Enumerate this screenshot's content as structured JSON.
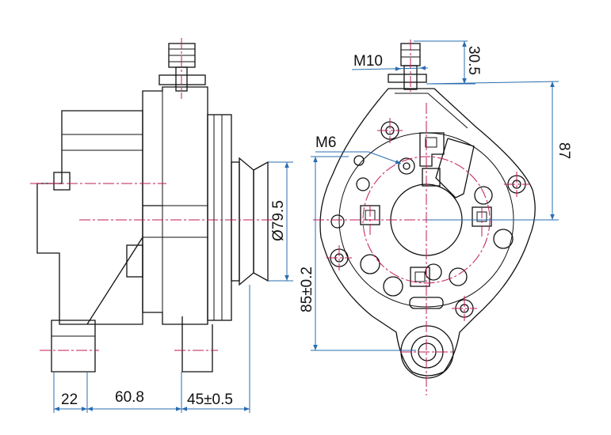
{
  "drawing": {
    "views": [
      "side-view",
      "front-view"
    ],
    "colors": {
      "outline": "#111111",
      "centerline": "#c2185b",
      "dimension": "#2a6db0"
    }
  },
  "dimensions": {
    "thread_large": "M10",
    "thread_small": "M6",
    "terminal_height": "30.5",
    "top_to_center": "87",
    "pulley_diameter": "Ø79.5",
    "mount_height": "85±0.2",
    "rear_offset": "22",
    "body_length": "60.8",
    "pulley_offset": "45±0.5"
  }
}
